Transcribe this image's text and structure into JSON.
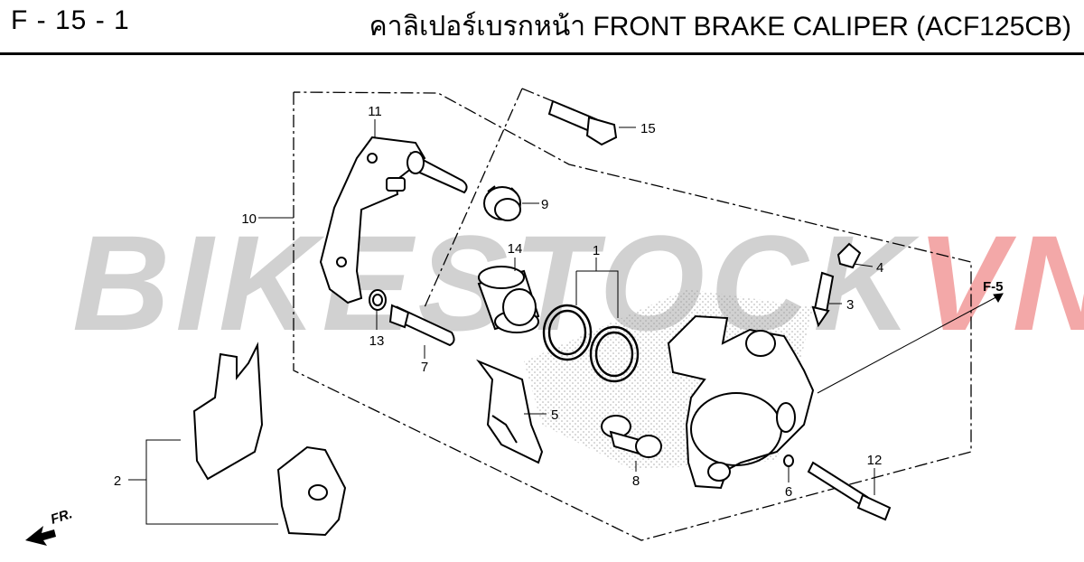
{
  "header": {
    "page_code": "F - 15 - 1",
    "title": "คาลิเปอร์เบรกหน้า  FRONT BRAKE CALIPER (ACF125CB)"
  },
  "watermark": {
    "part_a": "BIKESTOCK",
    "part_b": "VN"
  },
  "callouts": {
    "c1": "1",
    "c2": "2",
    "c3": "3",
    "c4": "4",
    "c5": "5",
    "c6": "6",
    "c7": "7",
    "c8": "8",
    "c9": "9",
    "c10": "10",
    "c11": "11",
    "c12": "12",
    "c13": "13",
    "c14": "14",
    "c15": "15"
  },
  "ref": "F-5",
  "direction": "FR.",
  "colors": {
    "line": "#000000",
    "watermark_grey": "#c9c9c9",
    "watermark_red": "#f29a9a"
  }
}
